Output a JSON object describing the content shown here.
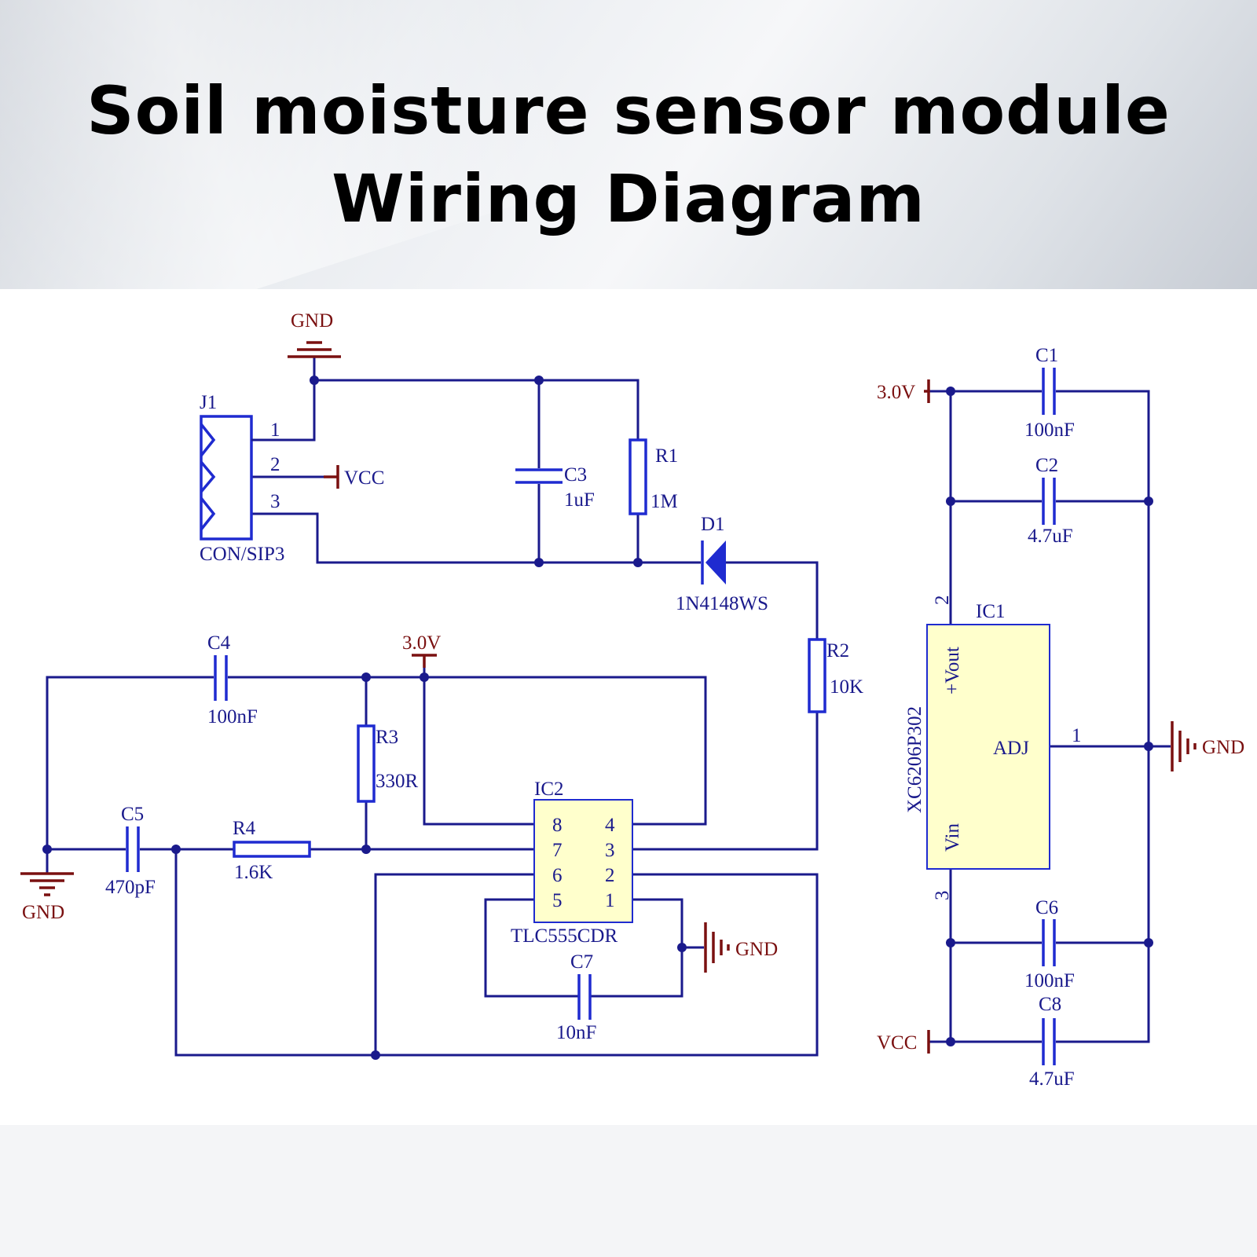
{
  "title": {
    "line1": "Soil moisture sensor module",
    "line2": "Wiring Diagram"
  },
  "colors": {
    "wire": "#1a1a8c",
    "component": "#1f2bd0",
    "power": "#7a1010",
    "ic_fill": "#ffffcc"
  },
  "schematic": {
    "gnd_label": "GND",
    "vcc_label": "VCC",
    "v30_label": "3.0V",
    "j1": {
      "ref": "J1",
      "part": "CON/SIP3",
      "pins": [
        "1",
        "2",
        "3"
      ]
    },
    "c3": {
      "ref": "C3",
      "value": "1uF"
    },
    "r1": {
      "ref": "R1",
      "value": "1M"
    },
    "d1": {
      "ref": "D1",
      "value": "1N4148WS"
    },
    "r2": {
      "ref": "R2",
      "value": "10K"
    },
    "c4": {
      "ref": "C4",
      "value": "100nF"
    },
    "r3": {
      "ref": "R3",
      "value": "330R"
    },
    "c5": {
      "ref": "C5",
      "value": "470pF"
    },
    "r4": {
      "ref": "R4",
      "value": "1.6K"
    },
    "c7": {
      "ref": "C7",
      "value": "10nF"
    },
    "ic2": {
      "ref": "IC2",
      "part": "TLC555CDR",
      "pins_left": [
        "8",
        "7",
        "6",
        "5"
      ],
      "pins_right": [
        "4",
        "3",
        "2",
        "1"
      ]
    },
    "c1": {
      "ref": "C1",
      "value": "100nF"
    },
    "c2": {
      "ref": "C2",
      "value": "4.7uF"
    },
    "c6": {
      "ref": "C6",
      "value": "100nF"
    },
    "c8": {
      "ref": "C8",
      "value": "4.7uF"
    },
    "ic1": {
      "ref": "IC1",
      "part": "XC6206P302",
      "vout": "+Vout",
      "adj": "ADJ",
      "vin": "Vin",
      "pin_vout": "2",
      "pin_adj": "1",
      "pin_vin": "3"
    }
  }
}
